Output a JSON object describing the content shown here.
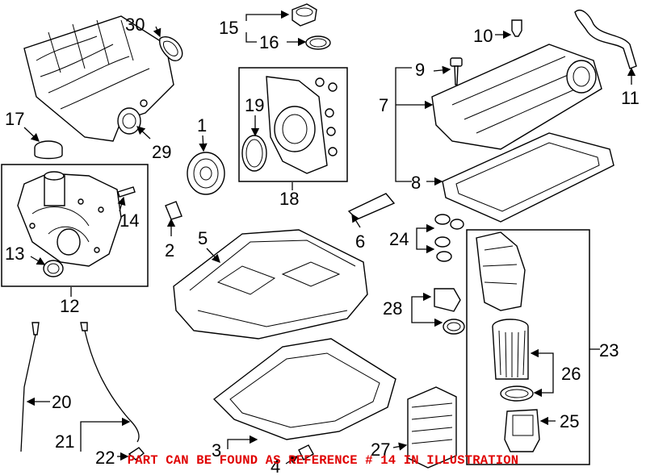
{
  "callouts": {
    "c1": "1",
    "c2": "2",
    "c3": "3",
    "c4": "4",
    "c5": "5",
    "c6": "6",
    "c7": "7",
    "c8": "8",
    "c9": "9",
    "c10": "10",
    "c11": "11",
    "c12": "12",
    "c13": "13",
    "c14": "14",
    "c15": "15",
    "c16": "16",
    "c17": "17",
    "c18": "18",
    "c19": "19",
    "c20": "20",
    "c21": "21",
    "c22": "22",
    "c23": "23",
    "c24": "24",
    "c25": "25",
    "c26": "26",
    "c27": "27",
    "c28": "28",
    "c29": "29",
    "c30": "30"
  },
  "note": "PART CAN BE FOUND AS REFERENCE # 14 IN ILLUSTRATION",
  "colors": {
    "note": "#e00000",
    "line": "#000000",
    "background": "#ffffff"
  }
}
